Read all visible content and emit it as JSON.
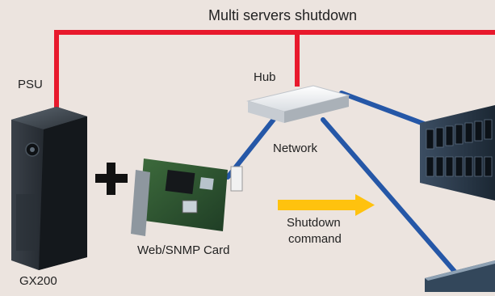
{
  "diagram": {
    "title": "Multi servers shutdown",
    "labels": {
      "psu": "PSU",
      "hub": "Hub",
      "network": "Network",
      "card": "Web/SNMP Card",
      "shutdown_line1": "Shutdown",
      "shutdown_line2": "command",
      "ups_model": "GX200"
    },
    "colors": {
      "background": "#ece4df",
      "power_line": "#e8192c",
      "network_line": "#2557a7",
      "arrow": "#ffc20e",
      "plus": "#111111"
    },
    "icons": [
      "ups-tower-icon",
      "plus-icon",
      "network-card-icon",
      "hub-icon",
      "arrow-right-icon",
      "server-rack-icon"
    ]
  }
}
